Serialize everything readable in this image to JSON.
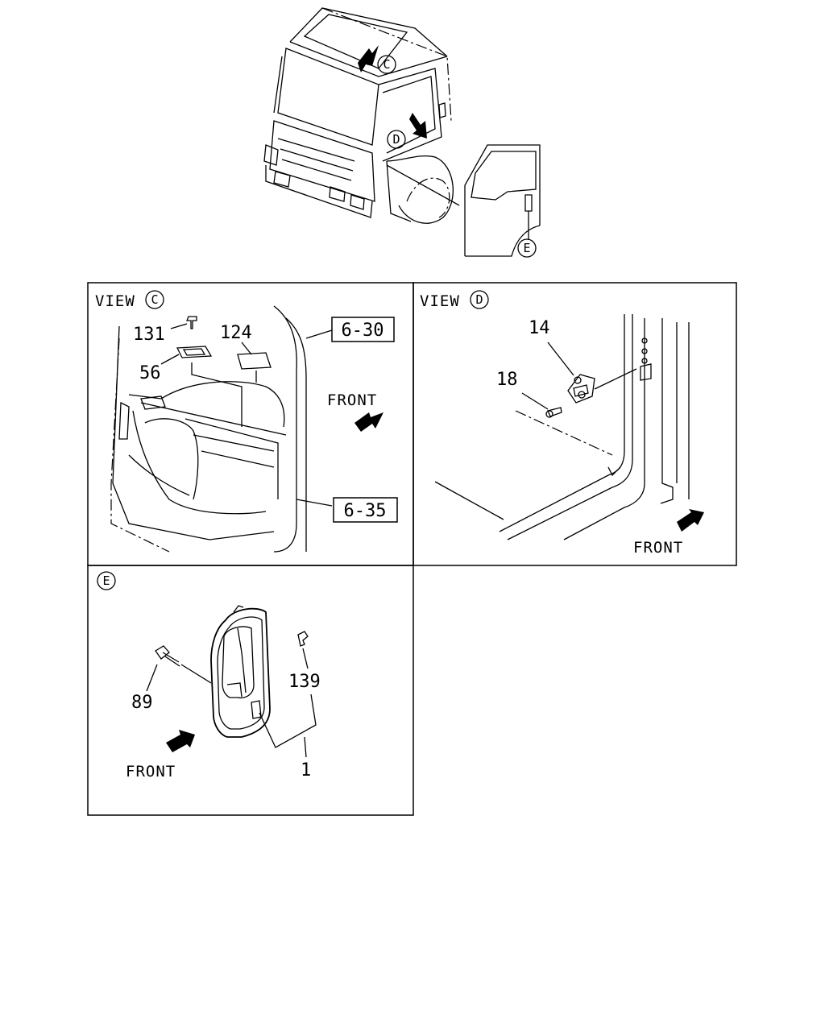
{
  "overview": {
    "callout_c": "C",
    "callout_d": "D",
    "callout_e": "E"
  },
  "view_c": {
    "title": "VIEW",
    "letter": "C",
    "parts": [
      "131",
      "124",
      "56"
    ],
    "refs": [
      "6-30",
      "6-35"
    ],
    "front": "FRONT"
  },
  "view_d": {
    "title": "VIEW",
    "letter": "D",
    "parts": [
      "14",
      "18"
    ],
    "front": "FRONT"
  },
  "view_e": {
    "letter": "E",
    "parts": [
      "89",
      "139",
      "1"
    ],
    "front": "FRONT"
  }
}
